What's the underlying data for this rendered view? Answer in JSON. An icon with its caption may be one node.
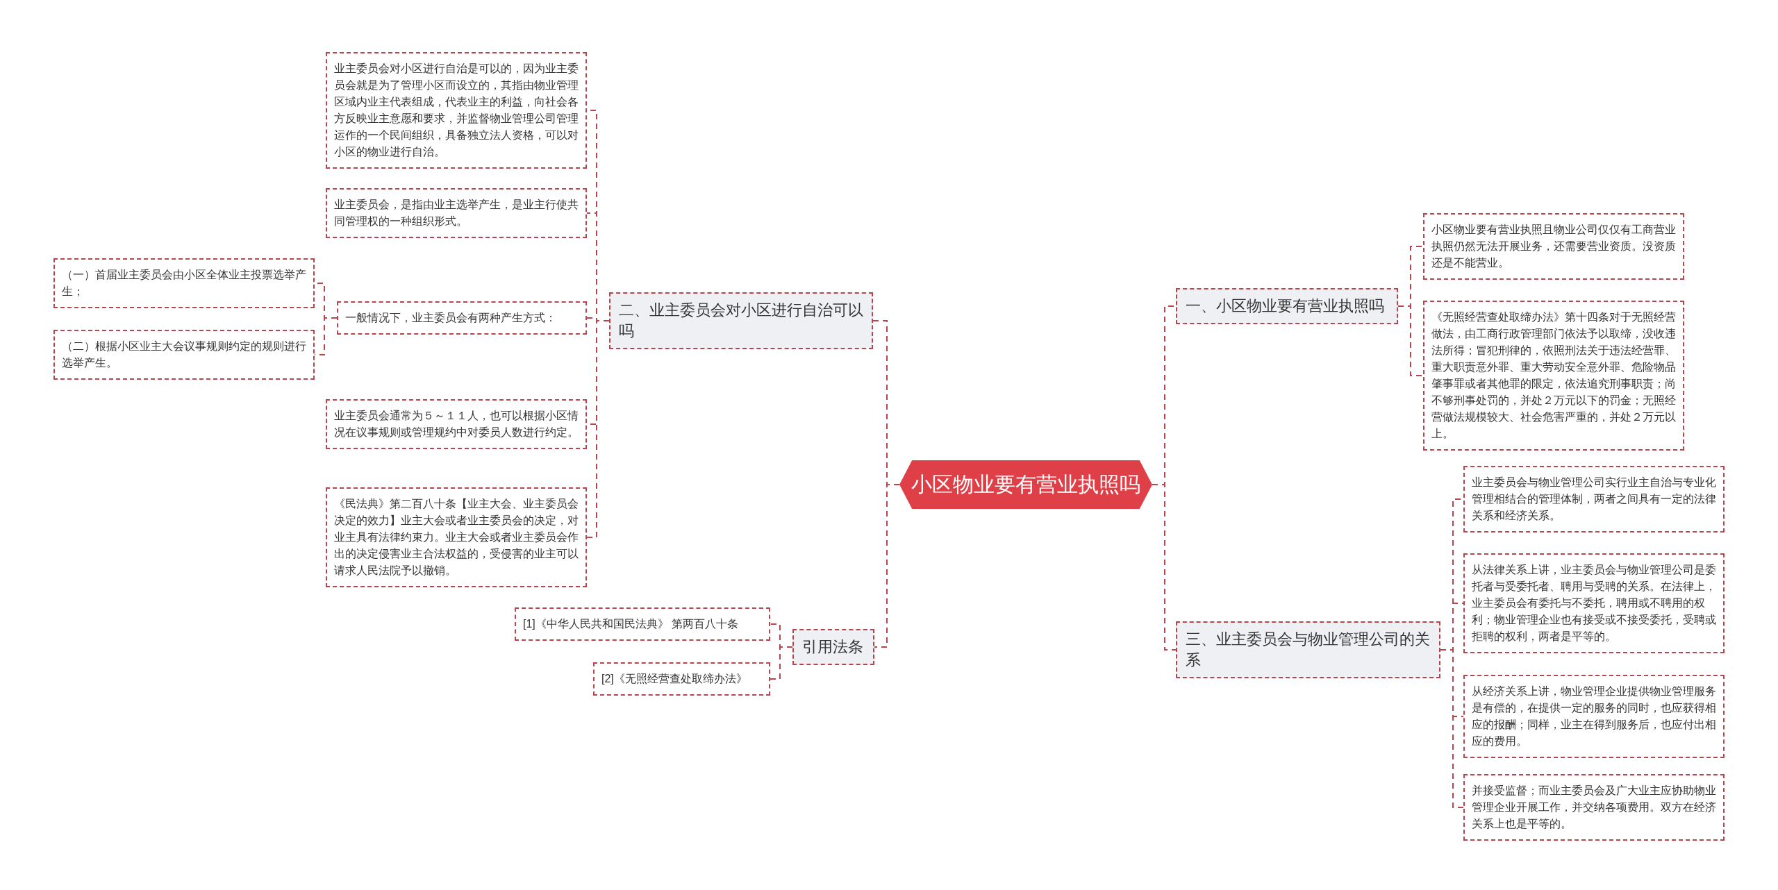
{
  "diagram": {
    "nodes": [
      {
        "text": [
          "小区物业要有营业执照吗"
        ]
      },
      {
        "text": [
          "一、小区物业要有营业执照吗"
        ]
      },
      {
        "text": [
          "小区物业要有营业执照且物业公司仅仅有工商营业执照仍然无法开展业务，还需要营业资质。没资质还是不能营业。"
        ]
      },
      {
        "text": [
          "《无照经营查处取缔办法》第十四条对于无照经营做法，由工商行政管理部门依法予以取缔，没收违法所得；冒犯刑律的，依照刑法关于违法经营罪、重大职责意外罪、重大劳动安全意外罪、危险物品肇事罪或者其他罪的限定，依法追究刑事职责；尚不够刑事处罚的，并处２万元以下的罚金；无照经营做法规模较大、社会危害严重的，并处２万元以上。"
        ]
      },
      {
        "text": [
          "三、业主委员会与物业管理公司的关系"
        ]
      },
      {
        "text": [
          "业主委员会与物业管理公司实行业主自治与专业化管理相结合的管理体制，两者之间具有一定的法律关系和经济关系。"
        ]
      },
      {
        "text": [
          "从法律关系上讲，业主委员会与物业管理公司是委托者与受委托者、聘用与受聘的关系。在法律上，业主委员会有委托与不委托，聘用或不聘用的权利；物业管理企业也有接受或不接受委托，受聘或拒聘的权利，两者是平等的。"
        ]
      },
      {
        "text": [
          "从经济关系上讲，物业管理企业提供物业管理服务是有偿的，在提供一定的服务的同时，也应获得相应的报酬；同样，业主在得到服务后，也应付出相应的费用。"
        ]
      },
      {
        "text": [
          "并接受监督；而业主委员会及广大业主应协助物业管理企业开展工作，并交纳各项费用。双方在经济关系上也是平等的。"
        ]
      },
      {
        "text": [
          "二、业主委员会对小区进行自治可以吗"
        ]
      },
      {
        "text": [
          "业主委员会对小区进行自治是可以的，因为业主委员会就是为了管理小区而设立的，其指由物业管理区域内业主代表组成，代表业主的利益，向社会各方反映业主意愿和要求，并监督物业管理公司管理运作的一个民间组织，具备独立法人资格，可以对小区的物业进行自治。"
        ]
      },
      {
        "text": [
          "业主委员会，是指由业主选举产生，是业主行使共同管理权的一种组织形式。"
        ]
      },
      {
        "text": [
          "一般情况下，业主委员会有两种产生方式："
        ]
      },
      {
        "text": [
          "（一）首届业主委员会由小区全体业主投票选举产生；"
        ]
      },
      {
        "text": [
          "（二）根据小区业主大会议事规则约定的规则进行选举产生。"
        ]
      },
      {
        "text": [
          "业主委员会通常为５～１１人，也可以根据小区情况在议事规则或管理规约中对委员人数进行约定。"
        ]
      },
      {
        "text": [
          "《民法典》第二百八十条【业主大会、业主委员会决定的效力】业主大会或者业主委员会的决定，对业主具有法律约束力。业主大会或者业主委员会作出的决定侵害业主合法权益的，受侵害的业主可以请求人民法院予以撤销。"
        ]
      },
      {
        "text": [
          "引用法条"
        ]
      },
      {
        "text": [
          "[1]《中华人民共和国民法典》 第两百八十条"
        ]
      },
      {
        "text": [
          "[2]《无照经营查处取缔办法》"
        ]
      }
    ],
    "edges": [
      {
        "from": 0,
        "to": 1,
        "arrow": "none",
        "style": "dashed"
      },
      {
        "from": 1,
        "to": 2,
        "arrow": "none",
        "style": "dashed"
      },
      {
        "from": 1,
        "to": 3,
        "arrow": "none",
        "style": "dashed"
      },
      {
        "from": 0,
        "to": 4,
        "arrow": "none",
        "style": "dashed"
      },
      {
        "from": 4,
        "to": 5,
        "arrow": "none",
        "style": "dashed"
      },
      {
        "from": 4,
        "to": 6,
        "arrow": "none",
        "style": "dashed"
      },
      {
        "from": 4,
        "to": 7,
        "arrow": "none",
        "style": "dashed"
      },
      {
        "from": 4,
        "to": 8,
        "arrow": "none",
        "style": "dashed"
      },
      {
        "from": 0,
        "to": 9,
        "arrow": "none",
        "style": "dashed"
      },
      {
        "from": 9,
        "to": 10,
        "arrow": "none",
        "style": "dashed"
      },
      {
        "from": 9,
        "to": 11,
        "arrow": "none",
        "style": "dashed"
      },
      {
        "from": 9,
        "to": 12,
        "arrow": "none",
        "style": "dashed"
      },
      {
        "from": 12,
        "to": 13,
        "arrow": "none",
        "style": "dashed"
      },
      {
        "from": 12,
        "to": 14,
        "arrow": "none",
        "style": "dashed"
      },
      {
        "from": 9,
        "to": 15,
        "arrow": "none",
        "style": "dashed"
      },
      {
        "from": 9,
        "to": 16,
        "arrow": "none",
        "style": "dashed"
      },
      {
        "from": 0,
        "to": 17,
        "arrow": "none",
        "style": "dashed"
      },
      {
        "from": 17,
        "to": 18,
        "arrow": "none",
        "style": "dashed"
      },
      {
        "from": 17,
        "to": 19,
        "arrow": "none",
        "style": "dashed"
      }
    ]
  }
}
